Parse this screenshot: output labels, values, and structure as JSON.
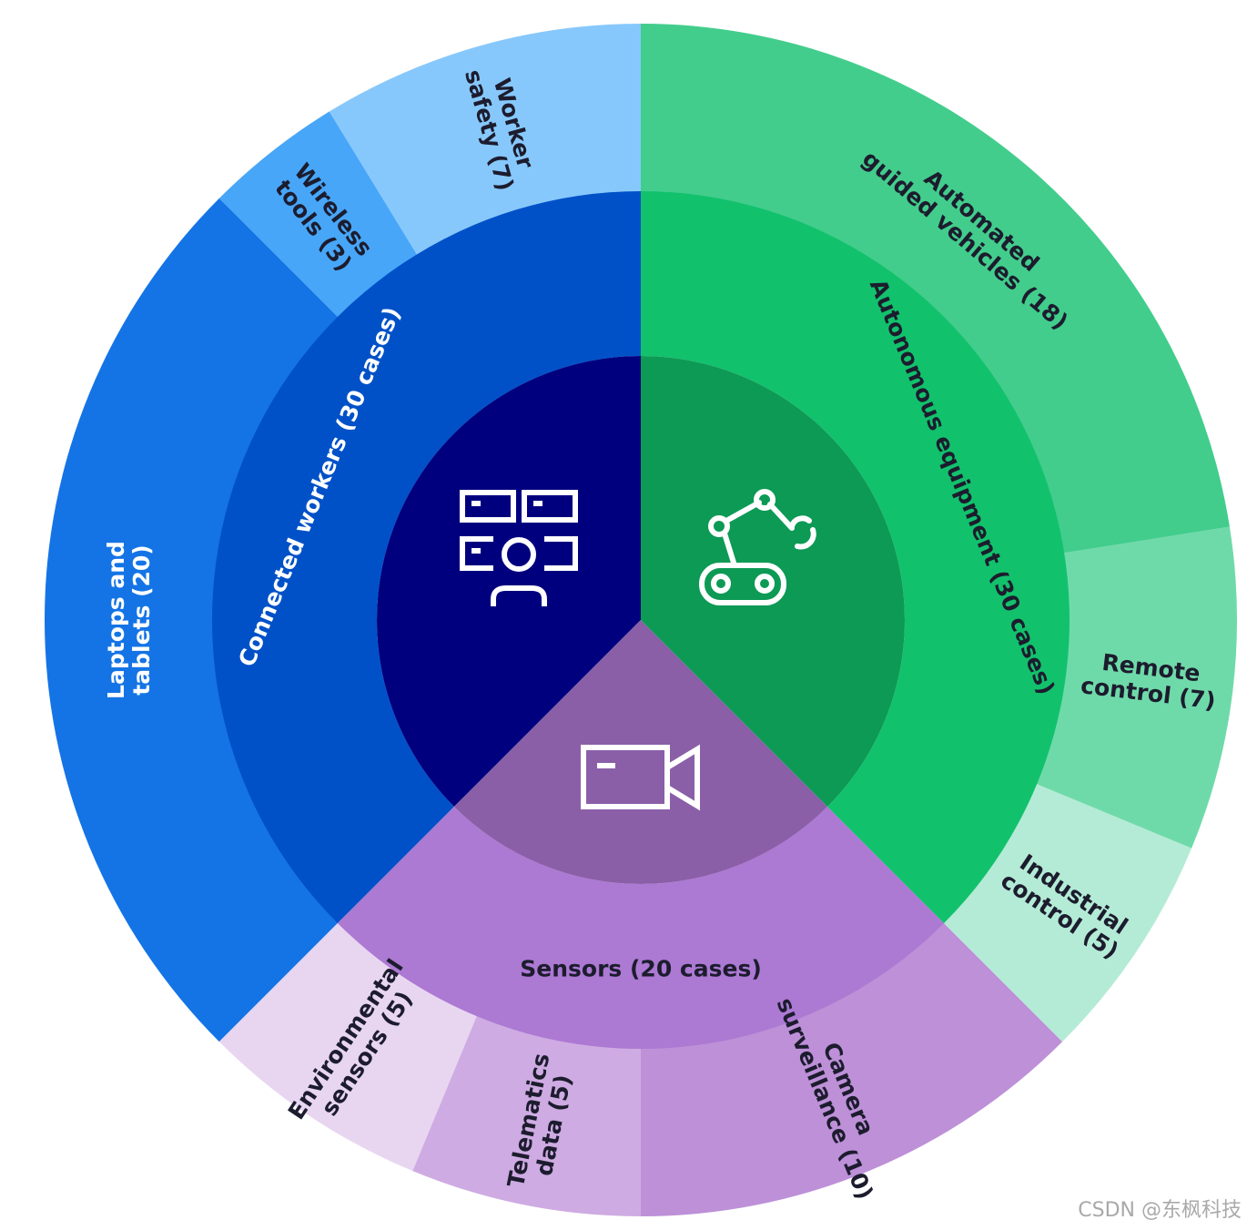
{
  "chart_data": {
    "type": "sunburst",
    "title": "",
    "center_icons": [
      {
        "category": "Connected workers",
        "icon": "connected-worker-devices-icon",
        "color": "#00007f"
      },
      {
        "category": "Autonomous equipment",
        "icon": "robot-arm-icon",
        "color": "#0c9a55"
      },
      {
        "category": "Sensors",
        "icon": "video-camera-icon",
        "color": "#8a5fa8"
      }
    ],
    "categories": [
      {
        "name": "Connected workers",
        "label": "Connected workers (30 cases)",
        "value": 30,
        "color": "#0051c8",
        "text_color": "#ffffff",
        "children": [
          {
            "name": "Worker safety",
            "lines": [
              "Worker",
              "safety (7)"
            ],
            "value": 7,
            "color": "#87c8fc",
            "text_color": "#1c1c2e"
          },
          {
            "name": "Wireless tools",
            "lines": [
              "Wireless",
              "tools (3)"
            ],
            "value": 3,
            "color": "#47a6f8",
            "text_color": "#1c1c2e"
          },
          {
            "name": "Laptops and tablets",
            "lines": [
              "Laptops and",
              "tablets (20)"
            ],
            "value": 20,
            "color": "#1474e6",
            "text_color": "#ffffff"
          }
        ]
      },
      {
        "name": "Sensors",
        "label": "Sensors (20 cases)",
        "value": 20,
        "color": "#ac79d3",
        "text_color": "#1c1c2e",
        "children": [
          {
            "name": "Environmental sensors",
            "lines": [
              "Environmental",
              "sensors (5)"
            ],
            "value": 5,
            "color": "#e8d6f1",
            "text_color": "#1c1c2e"
          },
          {
            "name": "Telematics data",
            "lines": [
              "Telematics",
              "data (5)"
            ],
            "value": 5,
            "color": "#ceabe2",
            "text_color": "#1c1c2e"
          },
          {
            "name": "Camera surveillance",
            "lines": [
              "Camera",
              "surveillance (10)"
            ],
            "value": 10,
            "color": "#bd90d8",
            "text_color": "#1c1c2e"
          }
        ]
      },
      {
        "name": "Autonomous equipment",
        "label": "Autonomous equipment (30 cases)",
        "value": 30,
        "color": "#12c16c",
        "text_color": "#1c1c2e",
        "children": [
          {
            "name": "Industrial control",
            "lines": [
              "Industrial",
              "control (5)"
            ],
            "value": 5,
            "color": "#b4ebd6",
            "text_color": "#1c1c2e"
          },
          {
            "name": "Remote control",
            "lines": [
              "Remote",
              "control (7)"
            ],
            "value": 7,
            "color": "#6fdaa9",
            "text_color": "#1c1c2e"
          },
          {
            "name": "Automated guided vehicles",
            "lines": [
              "Automated",
              "guided vehicles (18)"
            ],
            "value": 18,
            "color": "#42cd8c",
            "text_color": "#1c1c2e"
          }
        ]
      }
    ]
  },
  "watermark": "CSDN @东枫科技"
}
